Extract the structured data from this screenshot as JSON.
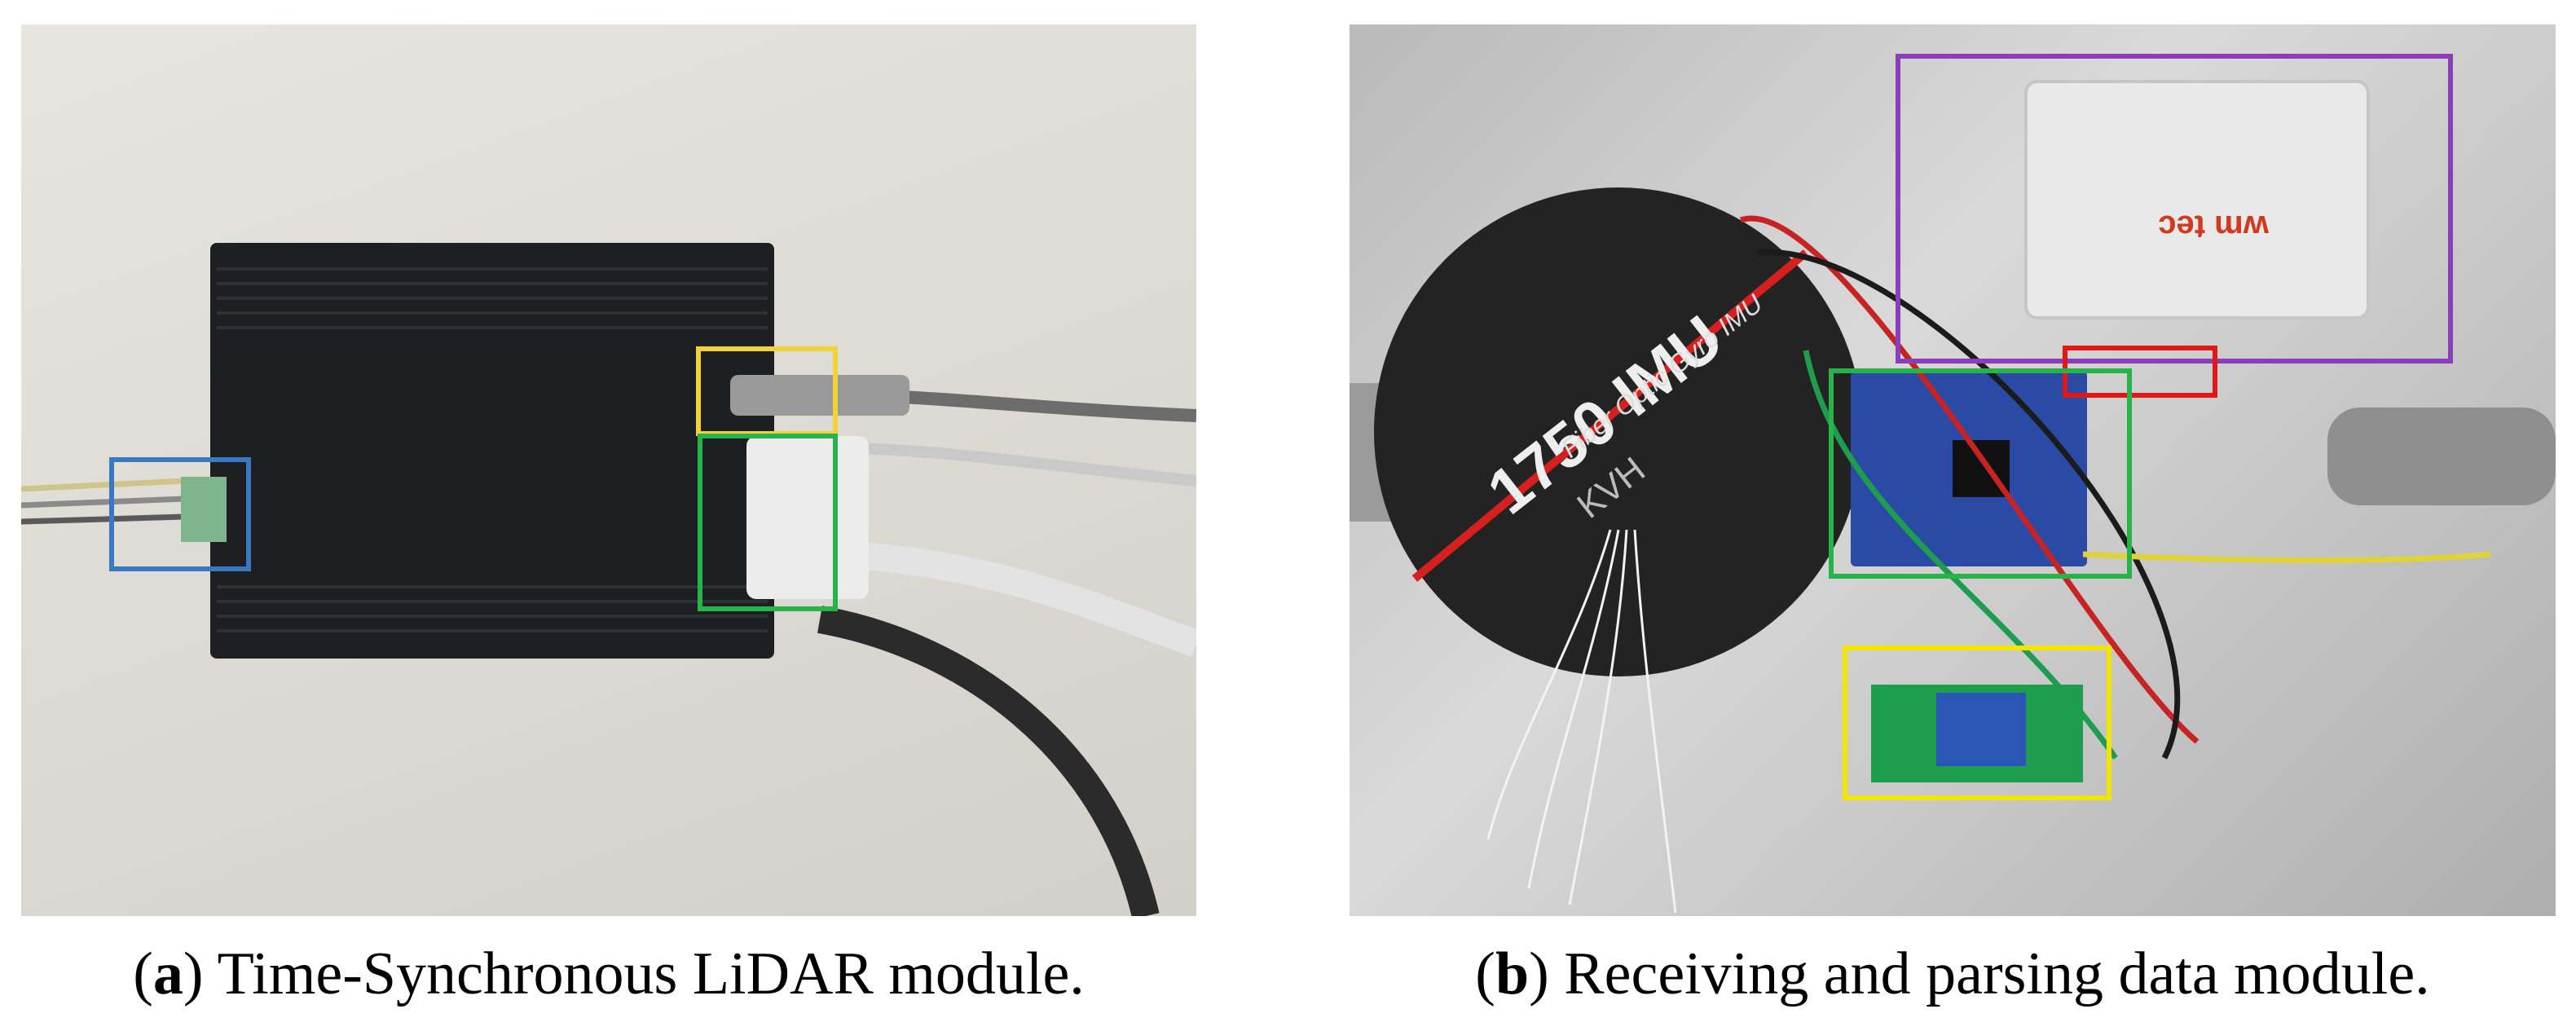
{
  "figure": {
    "panel_a": {
      "caption_letter": "a",
      "caption_text": "Time-Synchronous LiDAR module.",
      "highlight_colors": [
        "#3b78c2",
        "#f2d23a",
        "#27b34a"
      ]
    },
    "panel_b": {
      "caption_letter": "b",
      "caption_text": "Receiving and parsing data module.",
      "device_label": "1750 IMU",
      "device_sublabel": "Fiber Optic Gyro IMU",
      "device_brand": "KVH",
      "converter_brand": "wm tec",
      "highlight_colors": [
        "#8a3fb8",
        "#e01818",
        "#27b34a",
        "#f2e600"
      ]
    }
  }
}
